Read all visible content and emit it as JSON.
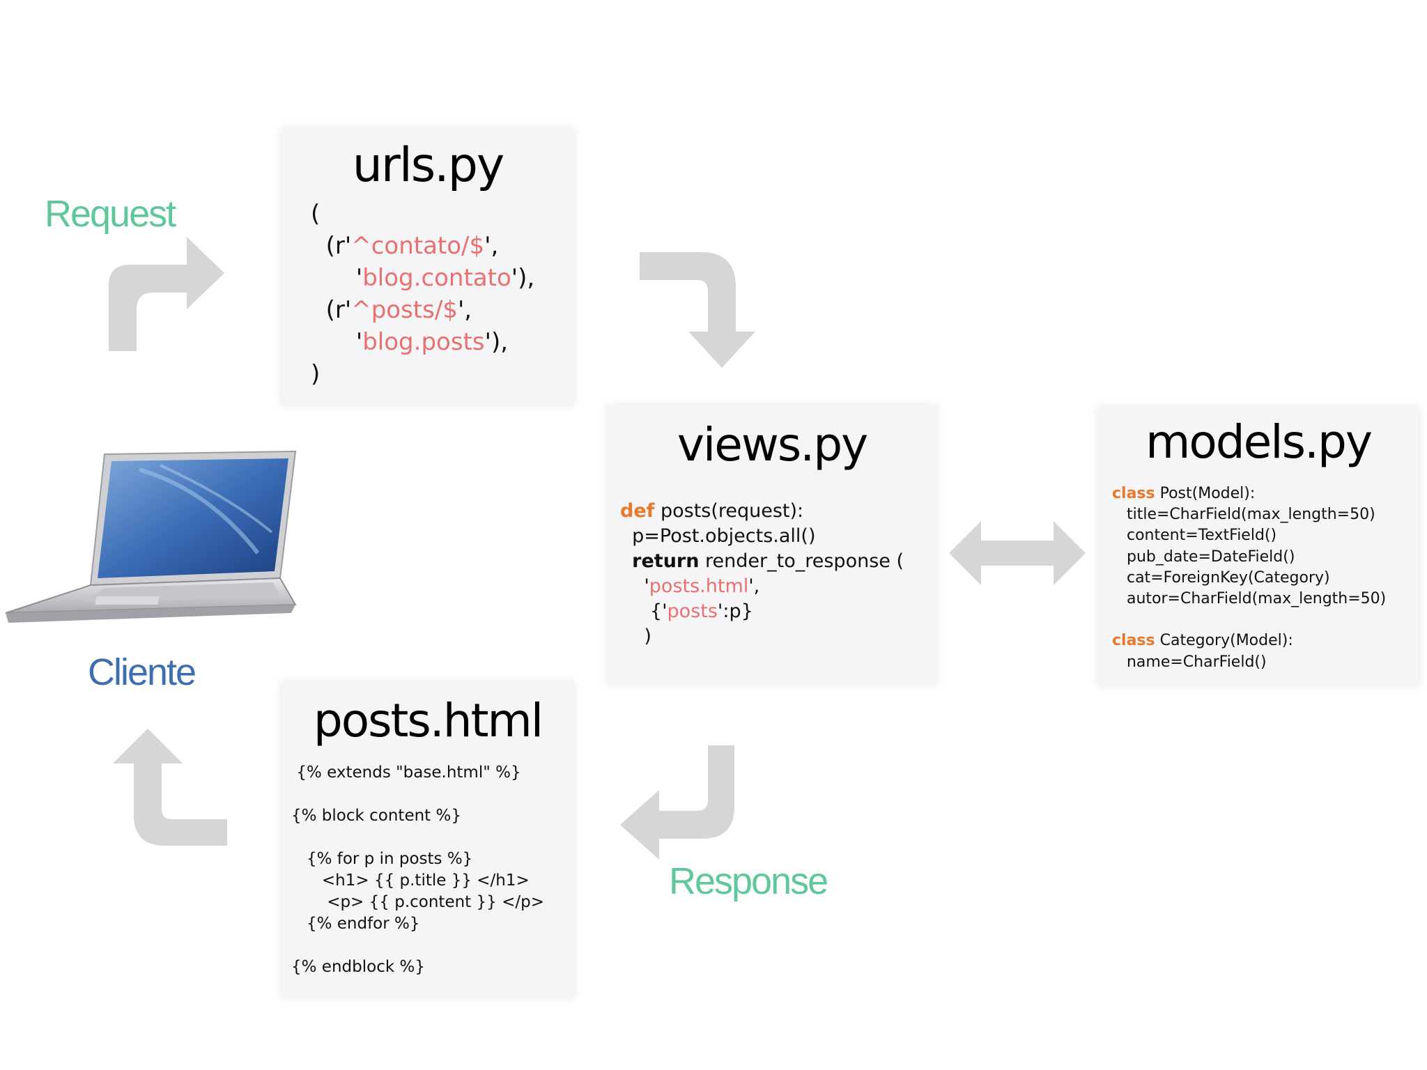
{
  "labels": {
    "request": "Request",
    "response": "Response",
    "cliente": "Cliente"
  },
  "colors": {
    "request_response": "#5fc79a",
    "cliente": "#3d6fb0",
    "string_literal": "#e8706e",
    "keyword_orange": "#e8792a",
    "arrow_gray": "#d6d6d8"
  },
  "cards": {
    "urls": {
      "title": "urls.py",
      "lines": {
        "l1": "(",
        "l2_open": "(r'",
        "l2_str": "^contato/$",
        "l2_close": "',",
        "l3_open": "'",
        "l3_str": "blog.contato",
        "l3_close": "'),",
        "l4_open": "(r'",
        "l4_str": "^posts/$",
        "l4_close": "',",
        "l5_open": "'",
        "l5_str": "blog.posts",
        "l5_close": "'),",
        "l6": ")"
      }
    },
    "views": {
      "title": "views.py",
      "lines": {
        "l1_kw": "def",
        "l1_rest": " posts(request):",
        "l2": "p=Post.objects.all()",
        "l3_kw": "return",
        "l3_rest": " render_to_response (",
        "l4_open": "'",
        "l4_str": "posts.html",
        "l4_close": "',",
        "l5_open": "{'",
        "l5_str": "posts",
        "l5_close": "':p}",
        "l6": ")"
      }
    },
    "models": {
      "title": "models.py",
      "lines": {
        "l1_kw": "class",
        "l1_rest": " Post(Model):",
        "l2": "title=CharField(max_length=50)",
        "l3": "content=TextField()",
        "l4": "pub_date=DateField()",
        "l5": "cat=ForeignKey(Category)",
        "l6": "autor=CharField(max_length=50)",
        "l7_kw": "class",
        "l7_rest": " Category(Model):",
        "l8": "name=CharField()"
      }
    },
    "posts_html": {
      "title": "posts.html",
      "lines": {
        "l1": "{% extends \"base.html\" %}",
        "l2": "{% block content %}",
        "l3": "{% for p in posts %}",
        "l4": "<h1> {{ p.title }} </h1>",
        "l5": "<p> {{ p.content }} </p>",
        "l6": "{% endfor %}",
        "l7": "{% endblock %}"
      }
    }
  },
  "icons": {
    "laptop": "laptop-icon",
    "arrow_request": "curved-arrow-up-right-icon",
    "arrow_urls_to_views": "curved-arrow-right-down-icon",
    "arrow_views_models": "double-headed-arrow-icon",
    "arrow_response": "curved-arrow-down-left-icon",
    "arrow_to_client": "curved-arrow-up-left-icon"
  }
}
